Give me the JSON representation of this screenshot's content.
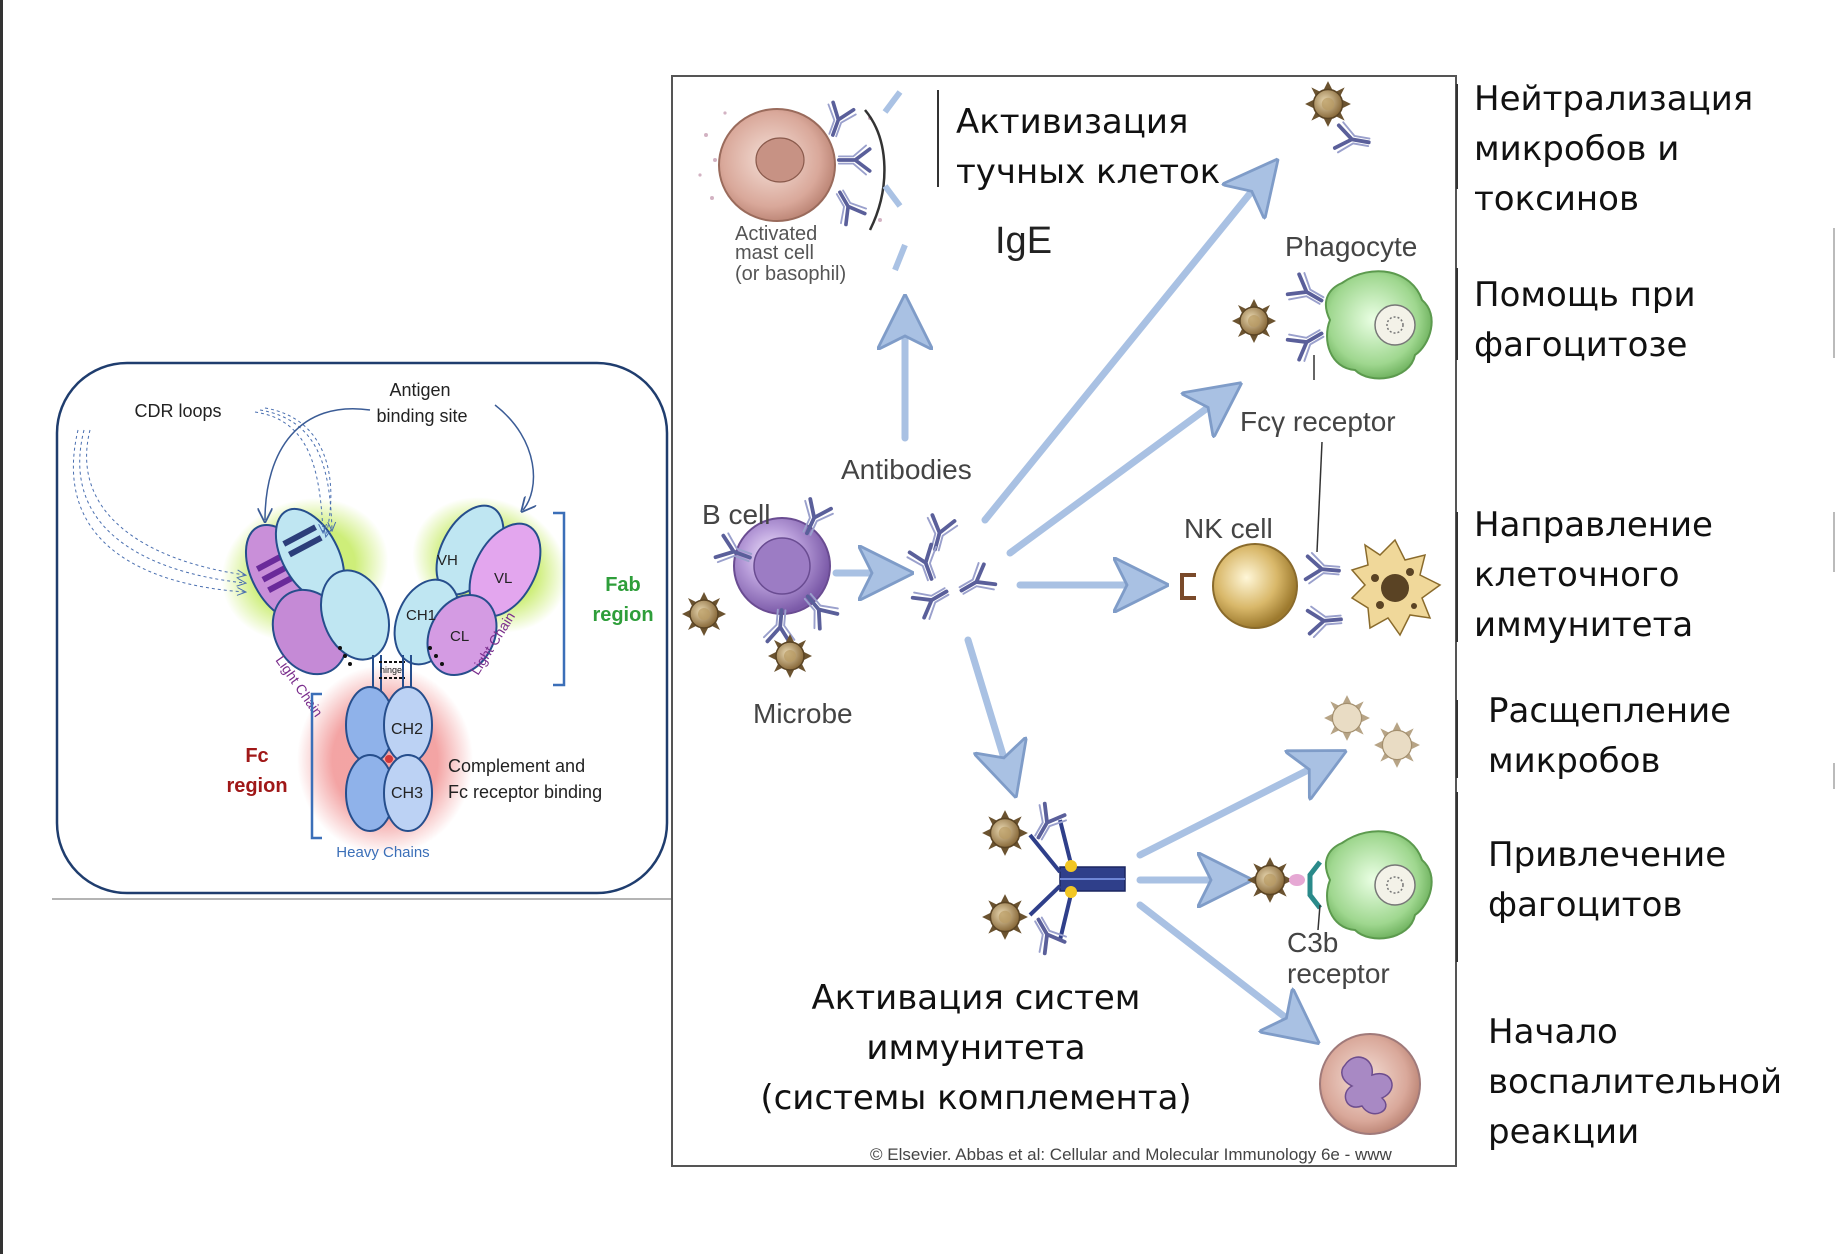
{
  "antibody_panel": {
    "cdr_loops": "CDR loops",
    "antigen_binding_site_1": "Antigen",
    "antigen_binding_site_2": "binding site",
    "vh": "VH",
    "vl": "VL",
    "ch1": "CH1",
    "cl": "CL",
    "ch2": "CH2",
    "ch3": "CH3",
    "hinge": "hinge",
    "light_chain_left": "Light Chain",
    "light_chain_right": "Light Chain",
    "fab_1": "Fab",
    "fab_2": "region",
    "fc_1": "Fc",
    "fc_2": "region",
    "complement_1": "Complement and",
    "complement_2": "Fc receptor binding",
    "heavy_chains": "Heavy Chains"
  },
  "functions_figure": {
    "activated_mast_cell_1": "Activated",
    "activated_mast_cell_2": "mast cell",
    "activated_mast_cell_3": "(or basophil)",
    "ige": "IgE",
    "antibodies": "Antibodies",
    "b_cell": "B cell",
    "microbe": "Microbe",
    "phagocyte": "Phagocyte",
    "fc_gamma_receptor": "Fcγ receptor",
    "nk_cell": "NK cell",
    "c3b_1": "C3b",
    "c3b_2": "receptor",
    "copyright": "© Elsevier. Abbas et al: Cellular and Molecular Immunology 6e - www"
  },
  "russian_labels": {
    "mast_cell_activation": "Активизация\nтучных клеток",
    "neutralization": "Нейтрализация\nмикробов и\nтоксинов",
    "phagocytosis_help": "Помощь при\nфагоцитозе",
    "cell_immunity": "Направление\nклеточного\nиммунитета",
    "microbe_lysis": "Расщепление\nмикробов",
    "phagocyte_recruitment": "Привлечение\nфагоцитов",
    "inflammation_start": "Начало\nвоспалительной\nреакции",
    "complement_activation": "Активация систем\nиммунитета\n(системы комплемента)"
  },
  "colors": {
    "arrow_blue": "#9fb8dc",
    "panel_border": "#1f3d6e",
    "fab_green": "#2e9e3a",
    "fc_red": "#a01818",
    "light_chain_purple": "#8a2f9a",
    "heavy_chain_blue": "#3b6fb8"
  },
  "icons": [
    "mast-cell-icon",
    "b-cell-icon",
    "microbe-icon",
    "antibody-icon",
    "phagocyte-icon",
    "nk-cell-icon",
    "neutrophil-icon",
    "complement-icon"
  ]
}
